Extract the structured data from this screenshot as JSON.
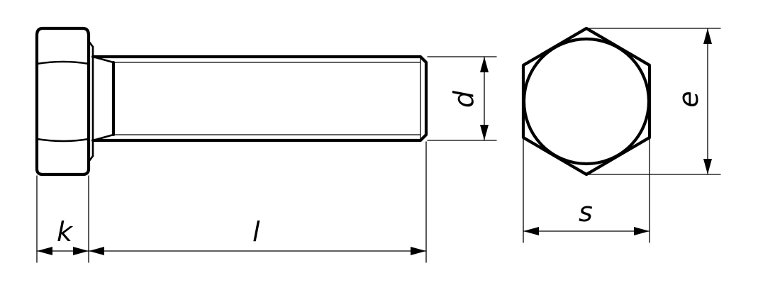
{
  "labels": {
    "k": "k",
    "l": "l",
    "d": "d",
    "e": "e",
    "s": "s"
  },
  "colors": {
    "line": "#000000",
    "background": "#ffffff"
  }
}
